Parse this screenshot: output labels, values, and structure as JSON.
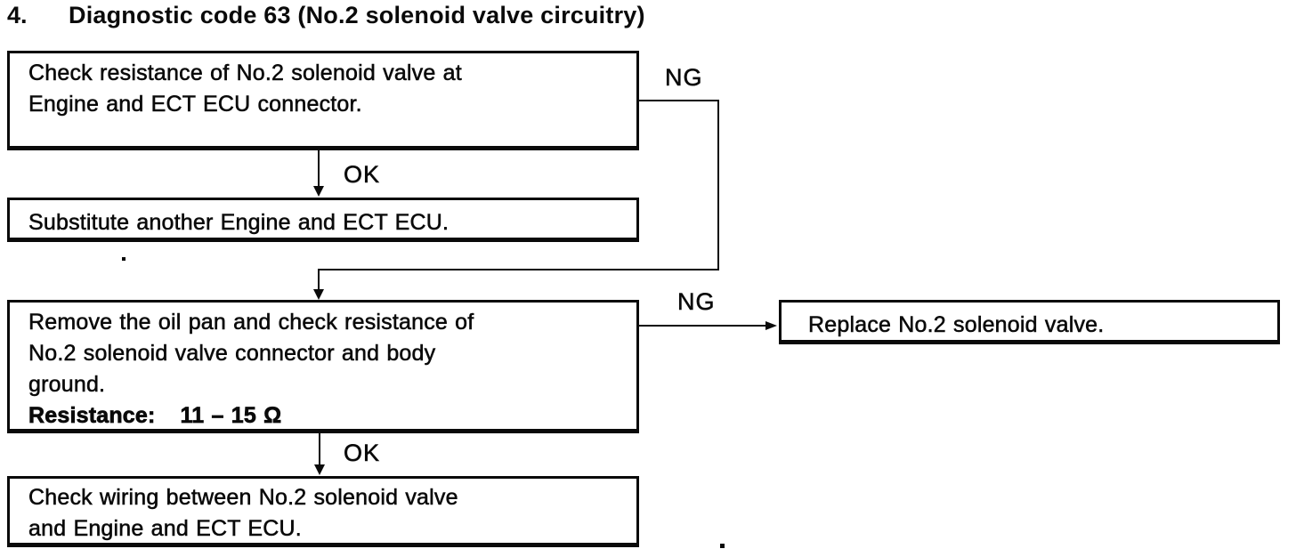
{
  "page": {
    "background_color": "#ffffff",
    "ink_color": "#0a0a0a"
  },
  "title": {
    "number": "4.",
    "text": "Diagnostic code 63 (No.2 solenoid valve circuitry)"
  },
  "flowchart": {
    "boxes": [
      {
        "id": "check-resistance",
        "lines": [
          "Check resistance of No.2 solenoid valve at",
          "Engine and ECT ECU connector."
        ]
      },
      {
        "id": "substitute-ecu",
        "lines": [
          "Substitute another Engine and ECT ECU."
        ]
      },
      {
        "id": "remove-oil-pan",
        "lines": [
          "Remove the oil pan and check resistance of",
          "No.2 solenoid valve connector and body",
          "ground."
        ],
        "spec_label": "Resistance:",
        "spec_value": "11 – 15 Ω"
      },
      {
        "id": "check-wiring",
        "lines": [
          "Check wiring between No.2 solenoid valve",
          "and Engine and ECT ECU."
        ]
      },
      {
        "id": "replace-valve",
        "lines": [
          "Replace No.2 solenoid valve."
        ]
      }
    ],
    "labels": {
      "ok1": "OK",
      "ng1": "NG",
      "ng2": "NG",
      "ok2": "OK"
    }
  }
}
